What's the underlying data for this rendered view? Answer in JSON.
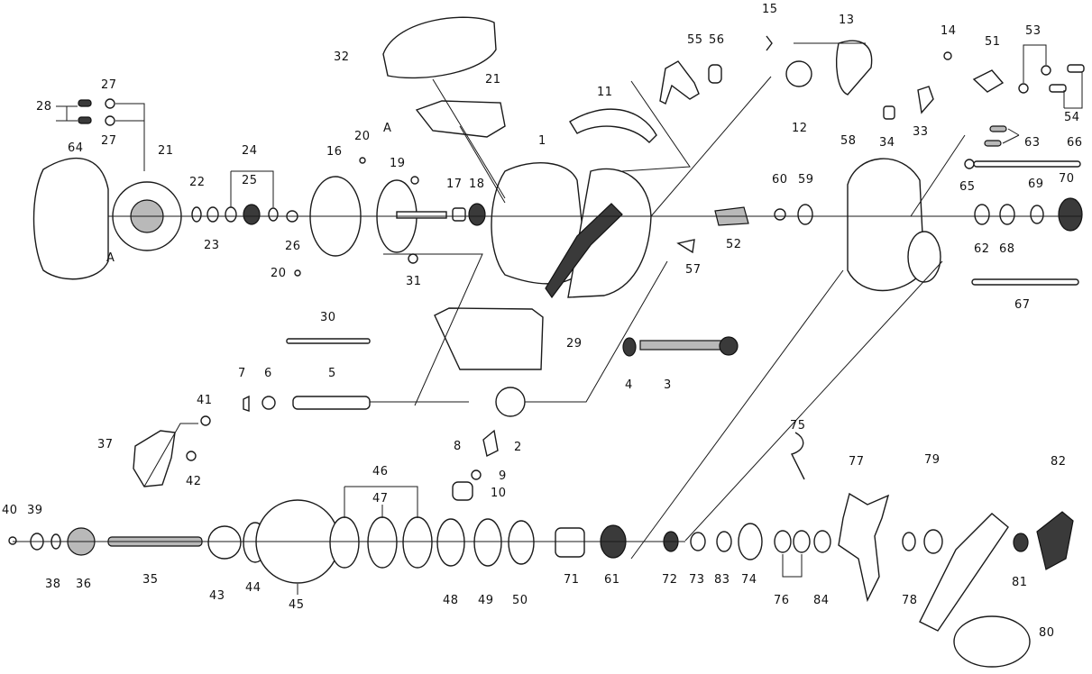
{
  "diagram": {
    "type": "exploded parts diagram",
    "callouts": [
      "1",
      "2",
      "3",
      "4",
      "5",
      "6",
      "7",
      "8",
      "9",
      "10",
      "11",
      "12",
      "13",
      "14",
      "15",
      "16",
      "17",
      "18",
      "19",
      "20",
      "20",
      "21",
      "21",
      "22",
      "23",
      "24",
      "25",
      "26",
      "27",
      "27",
      "28",
      "29",
      "30",
      "31",
      "32",
      "33",
      "34",
      "35",
      "36",
      "37",
      "38",
      "39",
      "40",
      "41",
      "42",
      "43",
      "44",
      "45",
      "46",
      "47",
      "48",
      "49",
      "50",
      "51",
      "52",
      "53",
      "54",
      "55",
      "56",
      "57",
      "58",
      "59",
      "60",
      "61",
      "62",
      "63",
      "64",
      "65",
      "66",
      "67",
      "68",
      "69",
      "70",
      "71",
      "72",
      "73",
      "74",
      "75",
      "76",
      "77",
      "78",
      "79",
      "80",
      "81",
      "82",
      "83",
      "84"
    ],
    "markers": [
      "A",
      "A"
    ]
  }
}
